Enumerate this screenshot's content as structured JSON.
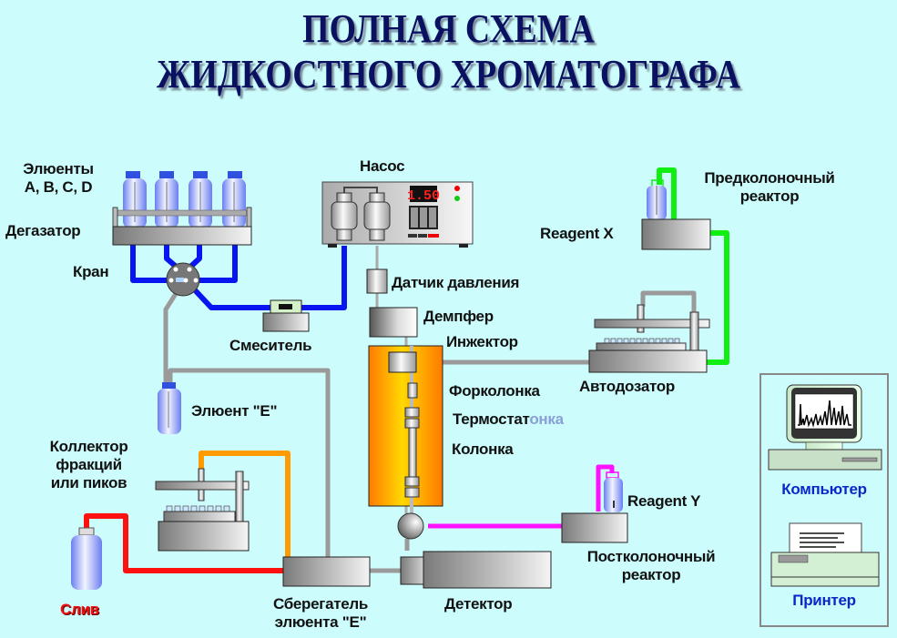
{
  "title": {
    "line1": "ПОЛНАЯ СХЕМА",
    "line2": "ЖИДКОСТНОГО  ХРОМАТОГРАФА"
  },
  "labels": {
    "eluents_line1": "Элюенты",
    "eluents_line2": "A, B, C, D",
    "degasser": "Дегазатор",
    "valve": "Кран",
    "mixer": "Смеситель",
    "pump": "Насос",
    "pump_display": "1.50",
    "pressure_sensor": "Датчик давления",
    "damper": "Демпфер",
    "injector": "Инжектор",
    "precolumn": "Форколонка",
    "thermostat": "Термостат",
    "thermostat_overlap": "онка",
    "column": "Колонка",
    "autosampler": "Автодозатор",
    "reagent_x": "Reagent X",
    "precolumn_reactor_line1": "Предколоночный",
    "precolumn_reactor_line2": "реактор",
    "eluent_e": "Элюент \"E\"",
    "collector_line1": "Коллектор",
    "collector_line2": "фракций",
    "collector_line3": "или пиков",
    "drain": "Слив",
    "saver_line1": "Сберегатель",
    "saver_line2": "элюента \"E\"",
    "detector": "Детектор",
    "reagent_y": "Reagent Y",
    "postcolumn_reactor_line1": "Постколоночный",
    "postcolumn_reactor_line2": "реактор",
    "computer": "Компьютер",
    "printer": "Принтер"
  },
  "colors": {
    "background": "#ccfcfc",
    "eluent_line": "#0a14f0",
    "reagent_x_line": "#11ee11",
    "reagent_y_line": "#ff11ff",
    "collector_line": "#ff9a00",
    "drain_line": "#ff1010",
    "gray_line": "#9a9a9a",
    "thermostat": "#ff8c00",
    "title": "#0a1160",
    "device_label": "#0a28c8"
  }
}
